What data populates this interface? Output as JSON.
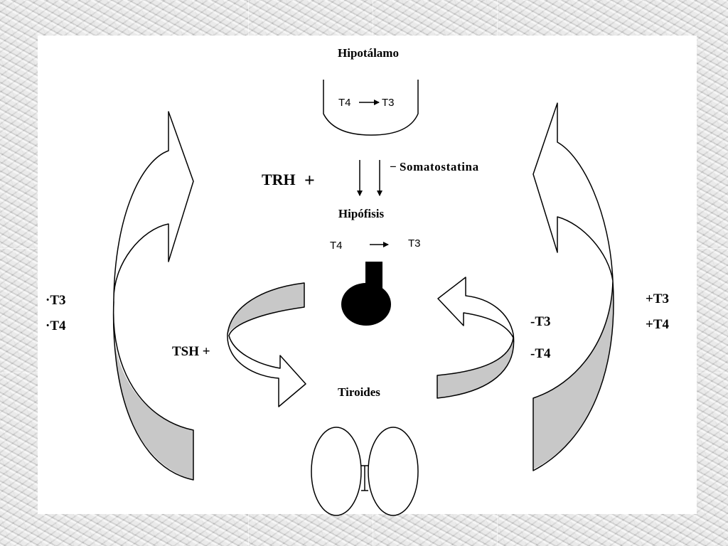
{
  "labels": {
    "hypothalamus": "Hipotálamo",
    "hypothalamus_t4": "T4",
    "hypothalamus_t3": "T3",
    "somatostatin": "Somatostatina",
    "somatostatin_sign": "−",
    "trh": "TRH",
    "trh_sign": "+",
    "pituitary": "Hipófisis",
    "pituitary_t4": "T4",
    "pituitary_t3": "T3",
    "tsh": "TSH +",
    "thyroid": "Tiroides",
    "left_t3": "·T3",
    "left_t4": "·T4",
    "right_inner_t3": "-T3",
    "right_inner_t4": "-T4",
    "right_outer_t3": "+T3",
    "right_outer_t4": "+T4"
  },
  "colors": {
    "fill_gray": "#c8c8c8",
    "stroke": "#000000",
    "slide_background": "#ffffff"
  }
}
